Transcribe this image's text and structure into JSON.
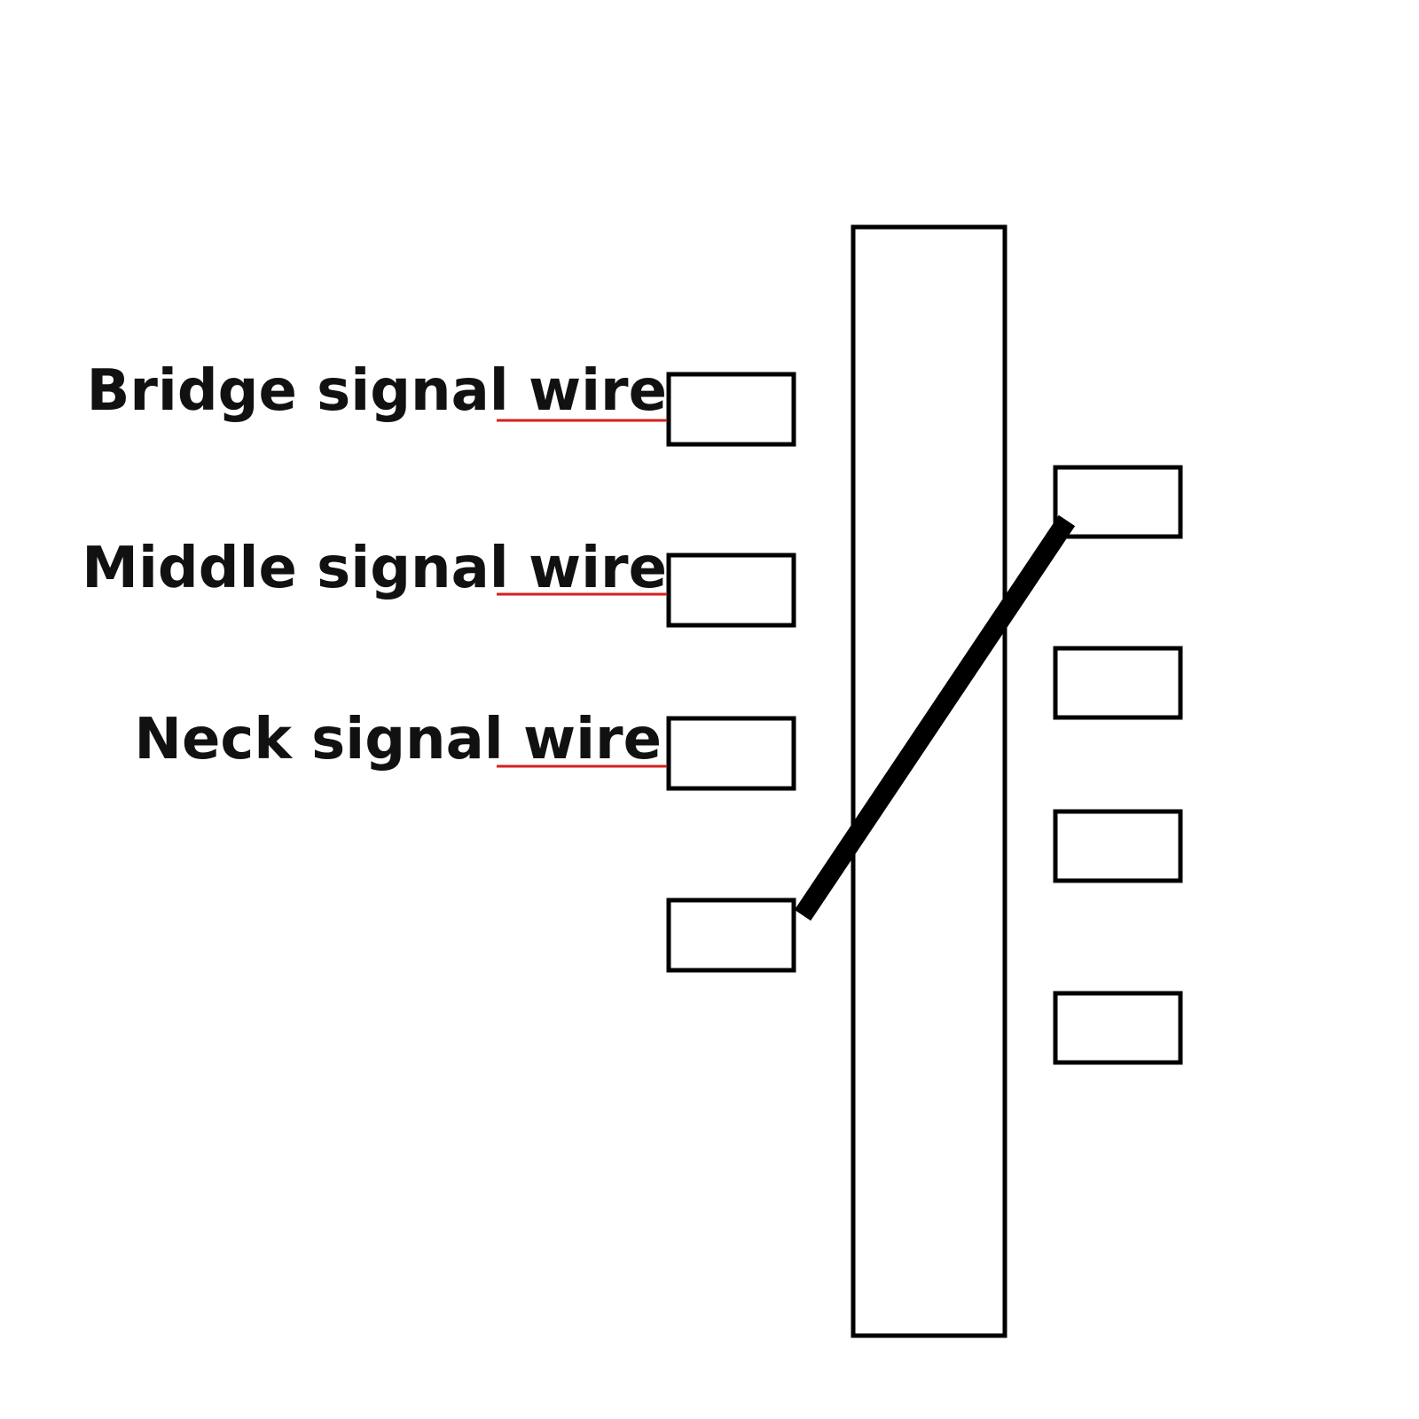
{
  "labels": [
    "Bridge signal wire",
    "Middle signal wire",
    "Neck signal wire"
  ],
  "colors": {
    "stroke": "#000000",
    "lead": "#d61f1f",
    "background": "#ffffff"
  }
}
